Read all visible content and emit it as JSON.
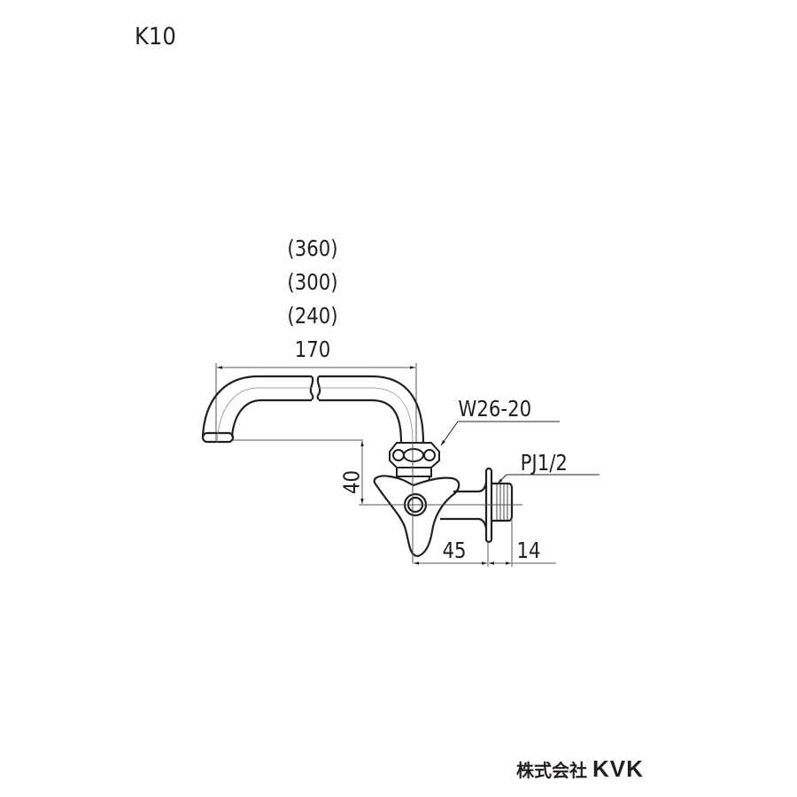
{
  "model": "K10",
  "dimensions": {
    "spout_length_options": [
      "(360)",
      "(300)",
      "(240)"
    ],
    "spout_length": "170",
    "height": "40",
    "body_depth": "45",
    "thread_length": "14"
  },
  "callouts": {
    "nut": "W26-20",
    "thread": "PJ1/2"
  },
  "footer": {
    "company": "株式会社",
    "brand": "KVK"
  },
  "colors": {
    "line": "#231f20",
    "thin_line": "#777777",
    "background": "#ffffff"
  }
}
